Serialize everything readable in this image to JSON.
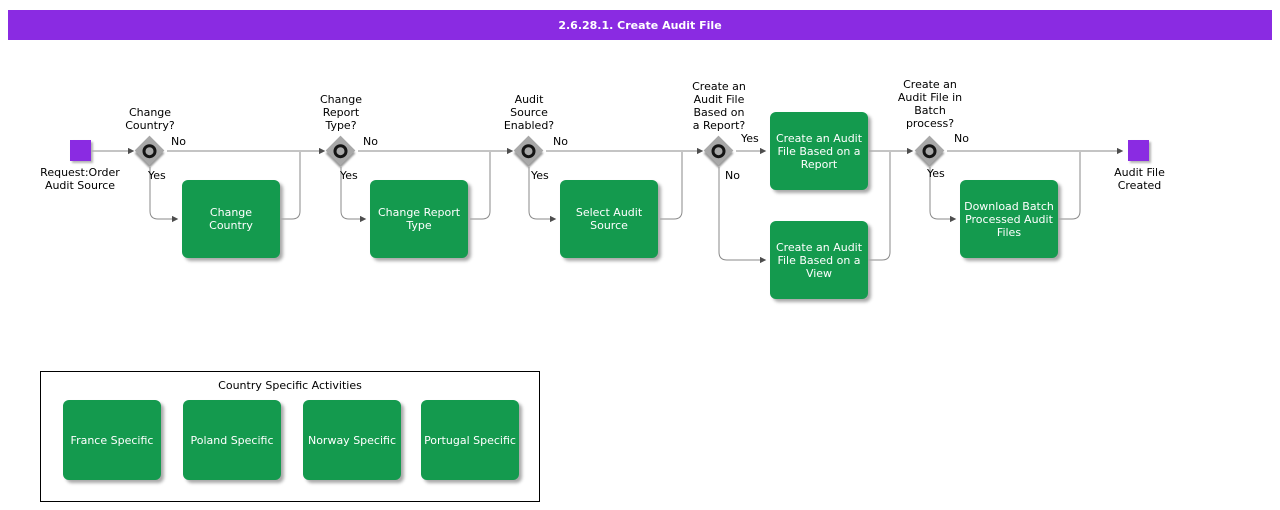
{
  "title_bar": {
    "title": "2.6.28.1. Create Audit File"
  },
  "colors": {
    "accent_purple": "#8a2be2",
    "activity_green": "#149a4e",
    "decision_gray": "#a8a8a8",
    "line_gray": "#8a8a8a"
  },
  "flow": {
    "start_label": "Request:Order\nAudit Source",
    "end_label": "Audit File\nCreated",
    "decisions": [
      {
        "question": "Change\nCountry?",
        "yes": "Yes",
        "no": "No"
      },
      {
        "question": "Change\nReport\nType?",
        "yes": "Yes",
        "no": "No"
      },
      {
        "question": "Audit\nSource\nEnabled?",
        "yes": "Yes",
        "no": "No"
      },
      {
        "question": "Create an\nAudit File\nBased on\na Report?",
        "yes": "Yes",
        "no": "No"
      },
      {
        "question": "Create an\nAudit File in\nBatch\nprocess?",
        "yes": "Yes",
        "no": "No"
      }
    ],
    "activities": [
      {
        "label": "Change\nCountry"
      },
      {
        "label": "Change Report\nType"
      },
      {
        "label": "Select Audit\nSource"
      },
      {
        "label": "Create an Audit\nFile Based on a\nReport"
      },
      {
        "label": "Create an Audit\nFile Based on a\nView"
      },
      {
        "label": "Download Batch\nProcessed Audit\nFiles"
      }
    ]
  },
  "country_panel": {
    "title": "Country Specific Activities",
    "items": [
      {
        "label": "France Specific"
      },
      {
        "label": "Poland Specific"
      },
      {
        "label": "Norway Specific"
      },
      {
        "label": "Portugal Specific"
      }
    ]
  }
}
